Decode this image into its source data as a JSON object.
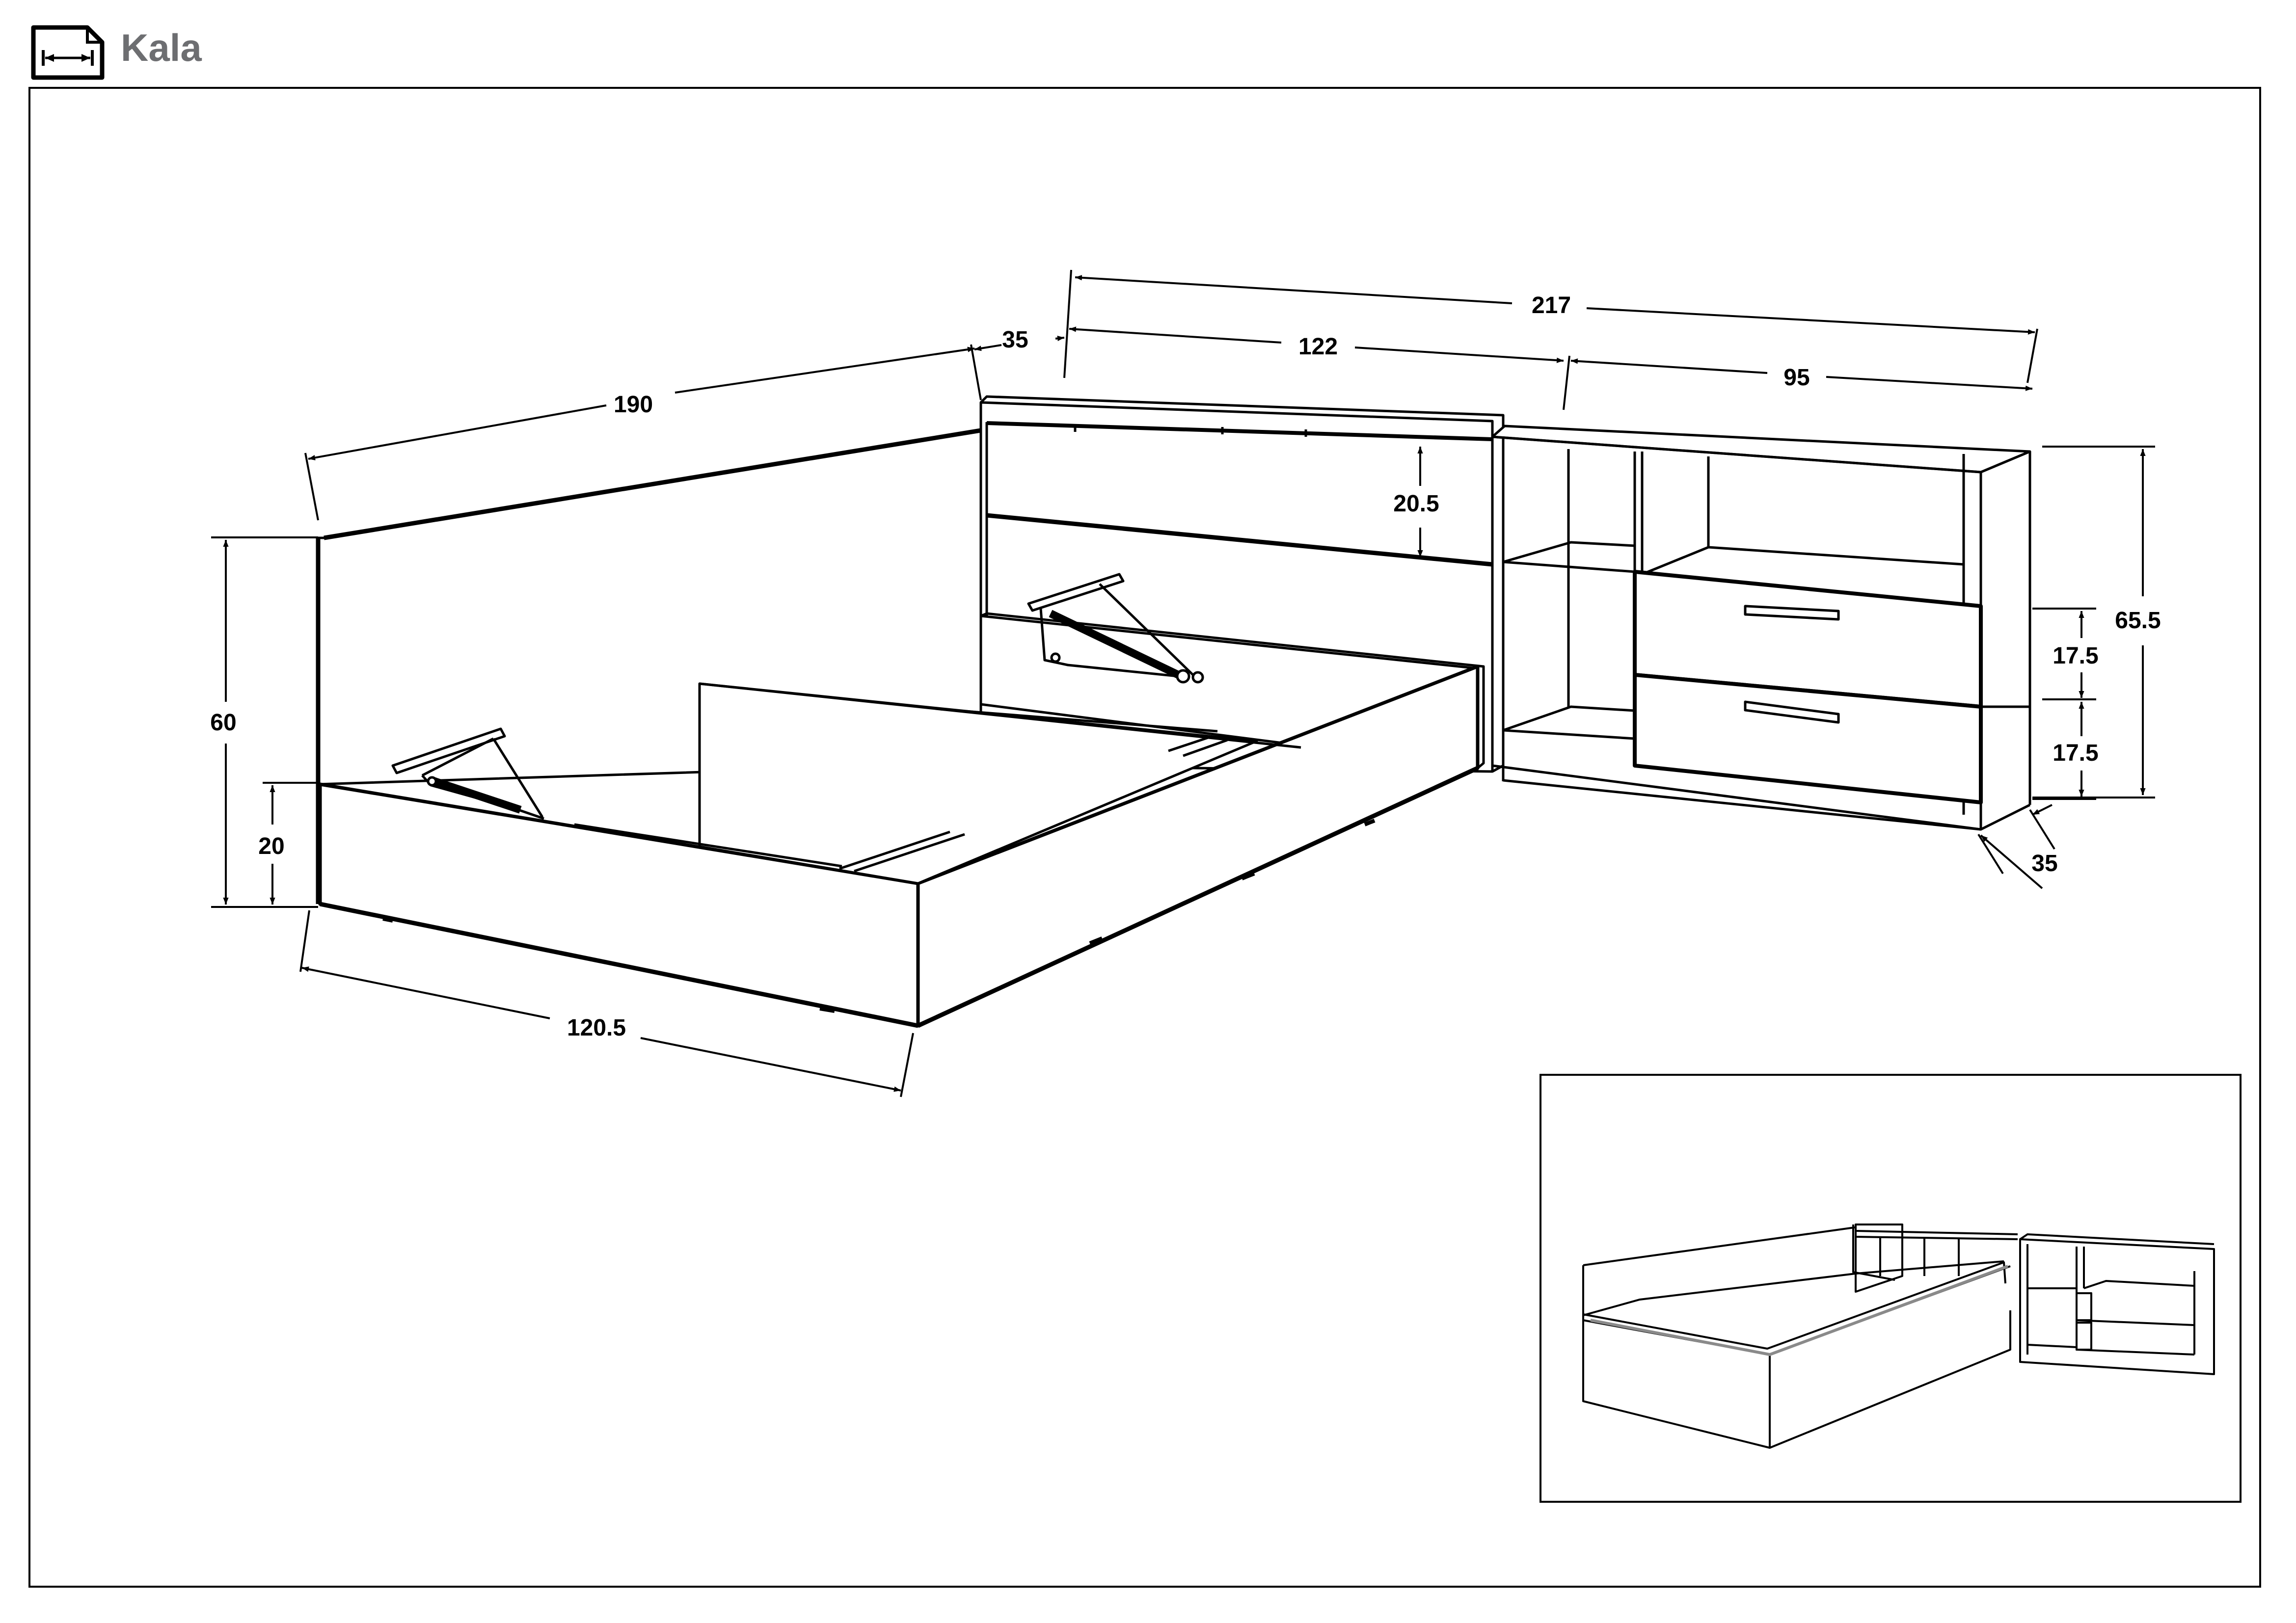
{
  "header": {
    "title": "Kala",
    "icon": "dimensions-icon"
  },
  "dimensions": {
    "bed_length": "190",
    "headboard_depth": "35",
    "total_width": "217",
    "headboard_width": "122",
    "cabinet_width": "95",
    "cabinet_height": "65.5",
    "headboard_panel_height": "20.5",
    "drawer_height_top": "17.5",
    "drawer_height_bottom": "17.5",
    "cabinet_depth": "35",
    "bed_headboard_height": "60",
    "bed_frame_height": "20",
    "bed_width": "120.5"
  },
  "colors": {
    "line": "#000000",
    "title": "#6d6e71",
    "mattress": "#8a8a8a"
  }
}
